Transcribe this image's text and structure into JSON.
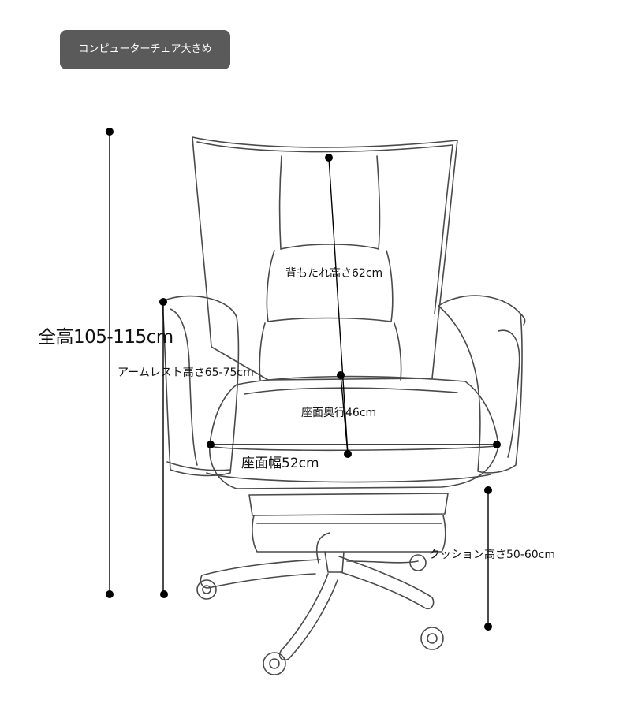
{
  "badge": {
    "text": "コンピューターチェア大きめ"
  },
  "dimensions": {
    "total_height": "全高105-115cm",
    "armrest_height": "アームレスト高さ65-75cm",
    "backrest_height": "背もたれ高さ62cm",
    "seat_depth": "座面奥行46cm",
    "seat_width": "座面幅52cm",
    "cushion_height": "クッション高さ50-60cm"
  }
}
